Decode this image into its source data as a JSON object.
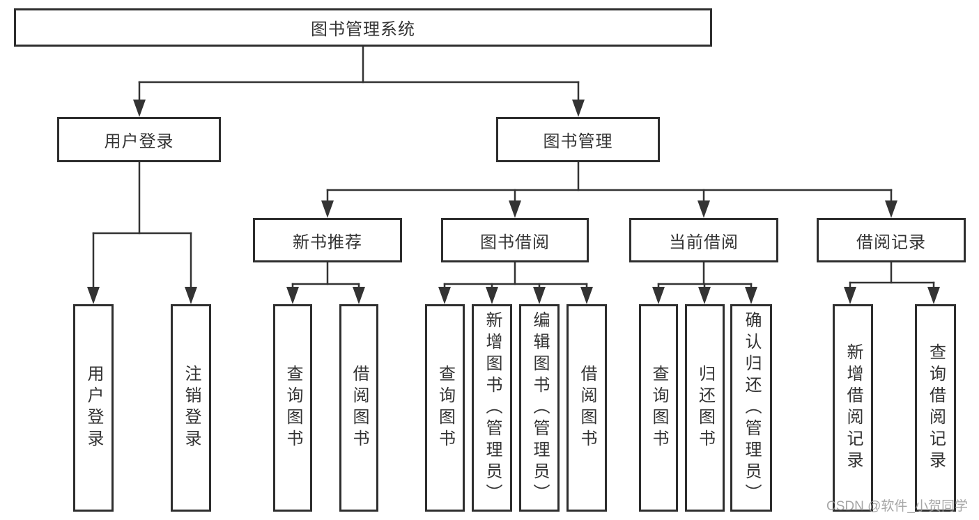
{
  "diagram": {
    "title": "图书管理系统",
    "level2": {
      "user_login": "用户登录",
      "book_management": "图书管理"
    },
    "level3": {
      "new_book_recommend": "新书推荐",
      "book_borrowing": "图书借阅",
      "current_borrowing": "当前借阅",
      "borrowing_records": "借阅记录"
    },
    "leaves": {
      "user_login": "用户登录",
      "logout": "注销登录",
      "recommend_search_books": "查询图书",
      "recommend_borrow_books": "借阅图书",
      "borrowing_search_books": "查询图书",
      "borrowing_add_books_admin": "新增图书（管理员）",
      "borrowing_edit_books_admin": "编辑图书（管理员）",
      "borrowing_borrow_books": "借阅图书",
      "current_search_books": "查询图书",
      "current_return_books": "归还图书",
      "current_confirm_return_admin": "确认归还（管理员）",
      "records_add_record": "新增借阅记录",
      "records_search_record": "查询借阅记录"
    }
  },
  "watermark": "CSDN @软件_小贺同学",
  "colors": {
    "line": "#333333",
    "box_border": "#2e2e2e",
    "text": "#333333",
    "watermark": "#969696",
    "background": "#ffffff"
  }
}
